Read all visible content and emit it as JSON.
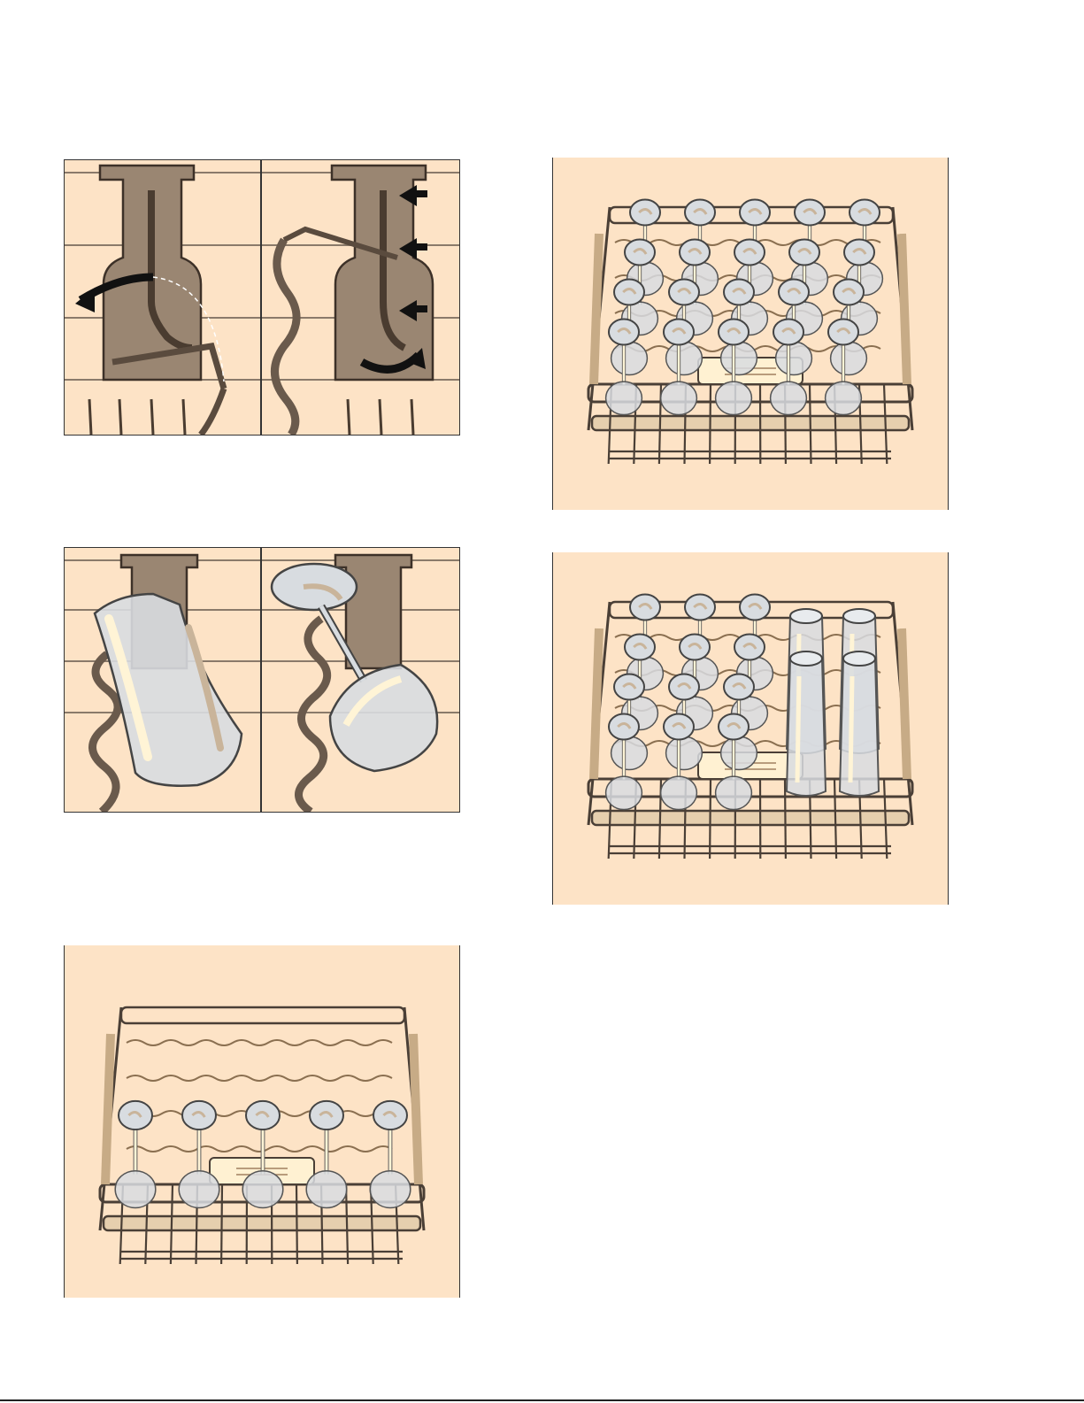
{
  "figures": [
    {
      "id": "holder-mount",
      "description_icon": "glass-holder-attach-icon"
    },
    {
      "id": "holder-loaded",
      "description_icon": "glass-holder-in-use-icon"
    },
    {
      "id": "rack-wine-glasses-single-row",
      "description_icon": "dish-rack-icon"
    },
    {
      "id": "rack-wine-glasses-full",
      "description_icon": "dish-rack-icon"
    },
    {
      "id": "rack-wine-and-tall-glasses",
      "description_icon": "dish-rack-icon"
    }
  ],
  "colors": {
    "panel_bg": "#fde3c6",
    "holder": "#9a8672",
    "holder_dark": "#4a3c30",
    "arrow": "#111111",
    "rack_wire": "#4a3f36",
    "rack_fill": "#e6cfae",
    "glass": "#d8dce0",
    "glass_highlight": "#fff4d6"
  }
}
